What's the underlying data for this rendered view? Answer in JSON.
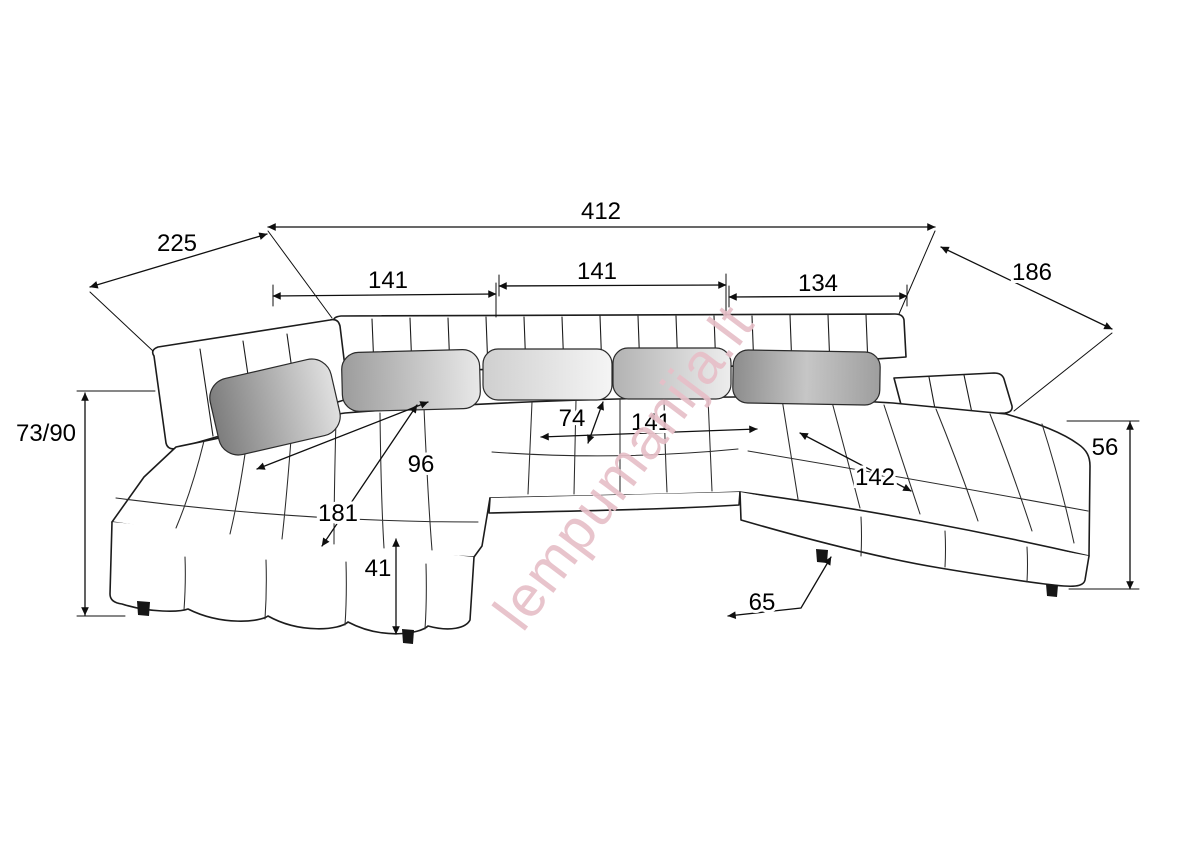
{
  "watermark": {
    "text": "lempumanija.lt"
  },
  "dimensions": {
    "total_width": "412",
    "left_depth": "225",
    "right_depth": "186",
    "segment_left_width": "141",
    "segment_middle_width": "141",
    "segment_right_width": "134",
    "left_height": "73/90",
    "right_height": "56",
    "seat_width_left": "96",
    "chaise_length_left": "181",
    "seat_depth_middle": "74",
    "bed_width_middle": "141",
    "seat_height": "41",
    "chaise_length_right": "142",
    "leg_inset": "65"
  },
  "colors": {
    "outline": "#1c1c1c",
    "dimension_line": "#0f0f0f",
    "watermark": "#e7bfc8",
    "pillow_shade_dark": "#808080",
    "pillow_shade_light": "#f4f4f4",
    "background": "#ffffff"
  }
}
